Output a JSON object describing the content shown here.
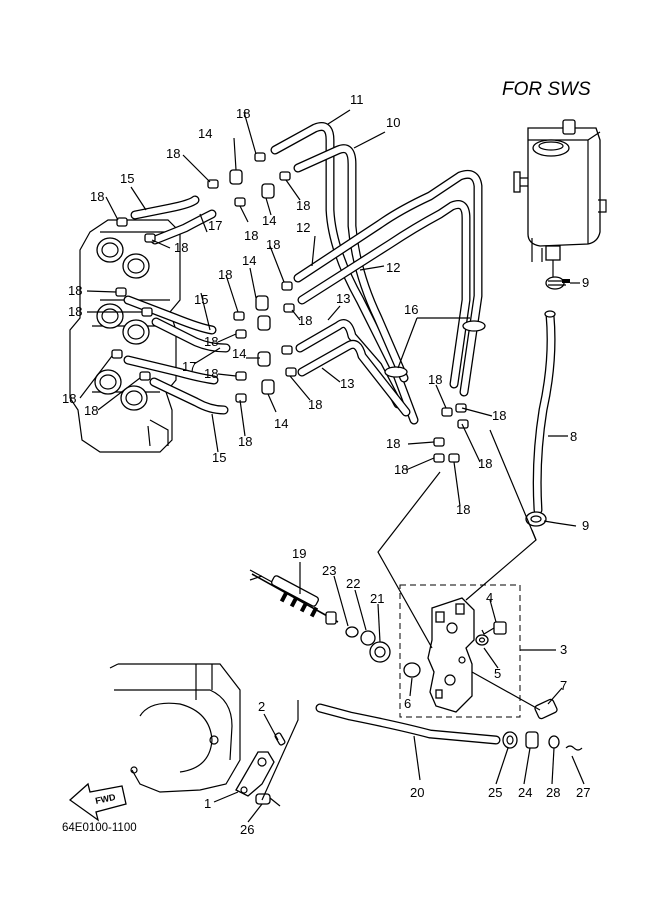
{
  "header": {
    "title": "FOR SWS"
  },
  "footer": {
    "part_code": "64E0100-1100"
  },
  "fwd_badge": {
    "label": "FWD"
  },
  "callouts": {
    "c1": "1",
    "c2": "2",
    "c3": "3",
    "c4": "4",
    "c5": "5",
    "c6": "6",
    "c7": "7",
    "c8": "8",
    "c9a": "9",
    "c9b": "9",
    "c10": "10",
    "c11": "11",
    "c12a": "12",
    "c12b": "12",
    "c13a": "13",
    "c13b": "13",
    "c14a": "14",
    "c14b": "14",
    "c14c": "14",
    "c14d": "14",
    "c14e": "14",
    "c15a": "15",
    "c15b": "15",
    "c15c": "15",
    "c16": "16",
    "c17a": "17",
    "c17b": "17",
    "c18a": "18",
    "c18b": "18",
    "c18c": "18",
    "c18d": "18",
    "c18e": "18",
    "c18f": "18",
    "c18g": "18",
    "c18h": "18",
    "c18i": "18",
    "c18j": "18",
    "c18k": "18",
    "c18l": "18",
    "c18m": "18",
    "c18n": "18",
    "c18o": "18",
    "c18p": "18",
    "c18q": "18",
    "c18r": "18",
    "c18s": "18",
    "c18t": "18",
    "c18u": "18",
    "c18v": "18",
    "c18w": "18",
    "c19": "19",
    "c20": "20",
    "c21": "21",
    "c22": "22",
    "c23": "23",
    "c24": "24",
    "c25": "25",
    "c26": "26",
    "c27": "27",
    "c28": "28"
  }
}
